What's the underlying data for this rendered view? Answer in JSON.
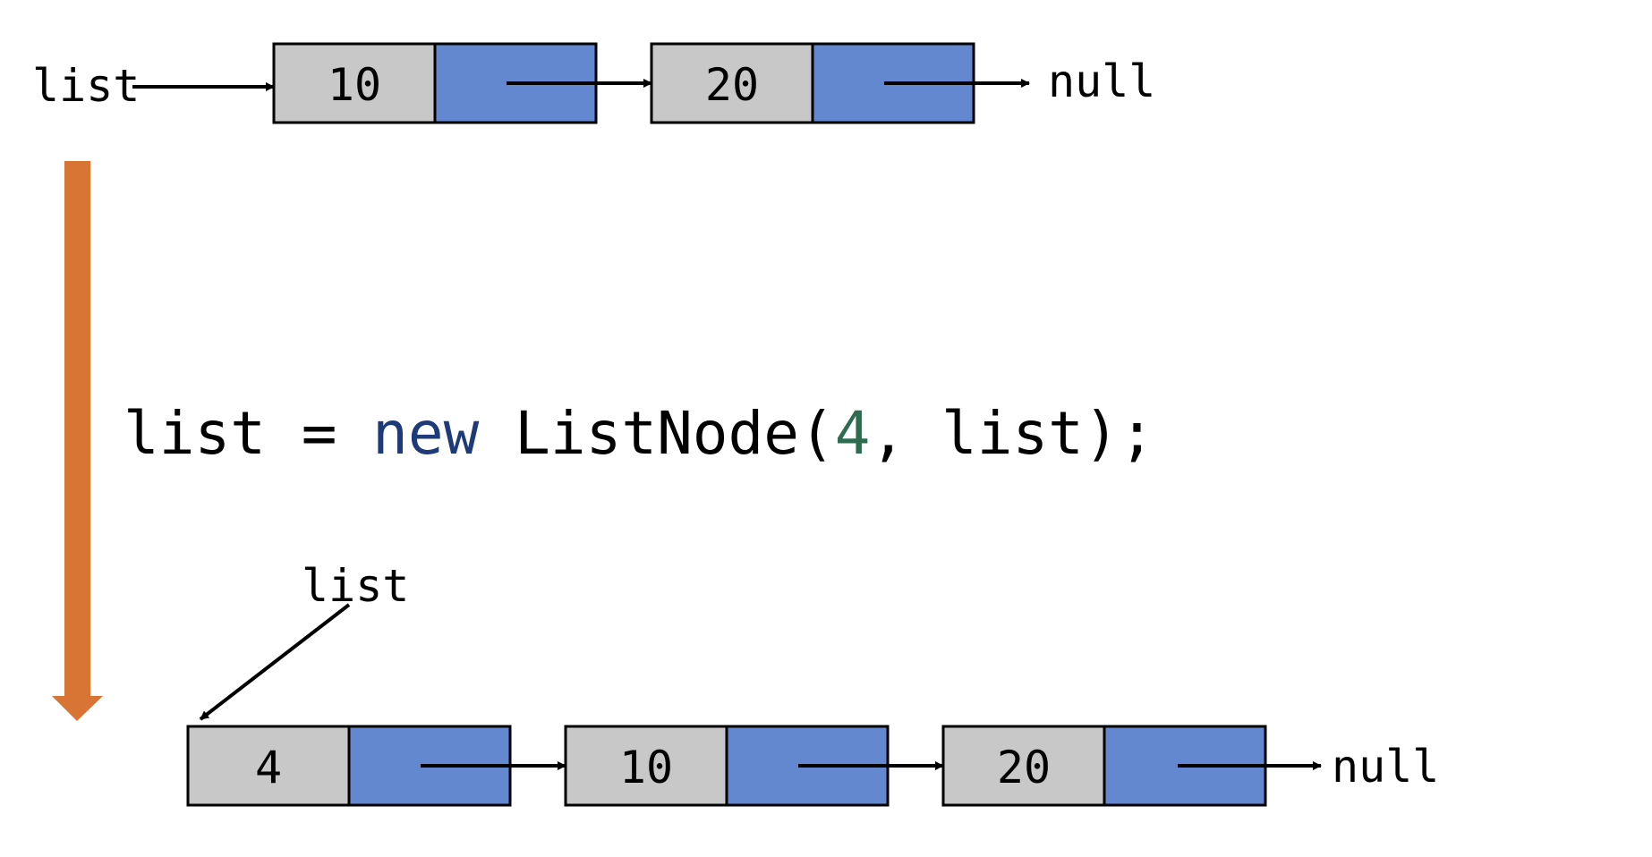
{
  "colors": {
    "data_cell": "#c8c8c8",
    "next_cell": "#6488d0",
    "flow_arrow": "#d87535",
    "keyword": "#1f3a78",
    "number": "#2e6b4f",
    "text": "#000000"
  },
  "before": {
    "head_label": "list",
    "nodes": [
      {
        "value": "10"
      },
      {
        "value": "20"
      }
    ],
    "terminal": "null"
  },
  "statement": {
    "target": "list",
    "assign": " = ",
    "keyword": "new",
    "constructor": " ListNode(",
    "arg_value": "4",
    "arg_rest": ", list);"
  },
  "after": {
    "head_label": "list",
    "nodes": [
      {
        "value": "4"
      },
      {
        "value": "10"
      },
      {
        "value": "20"
      }
    ],
    "terminal": "null"
  }
}
